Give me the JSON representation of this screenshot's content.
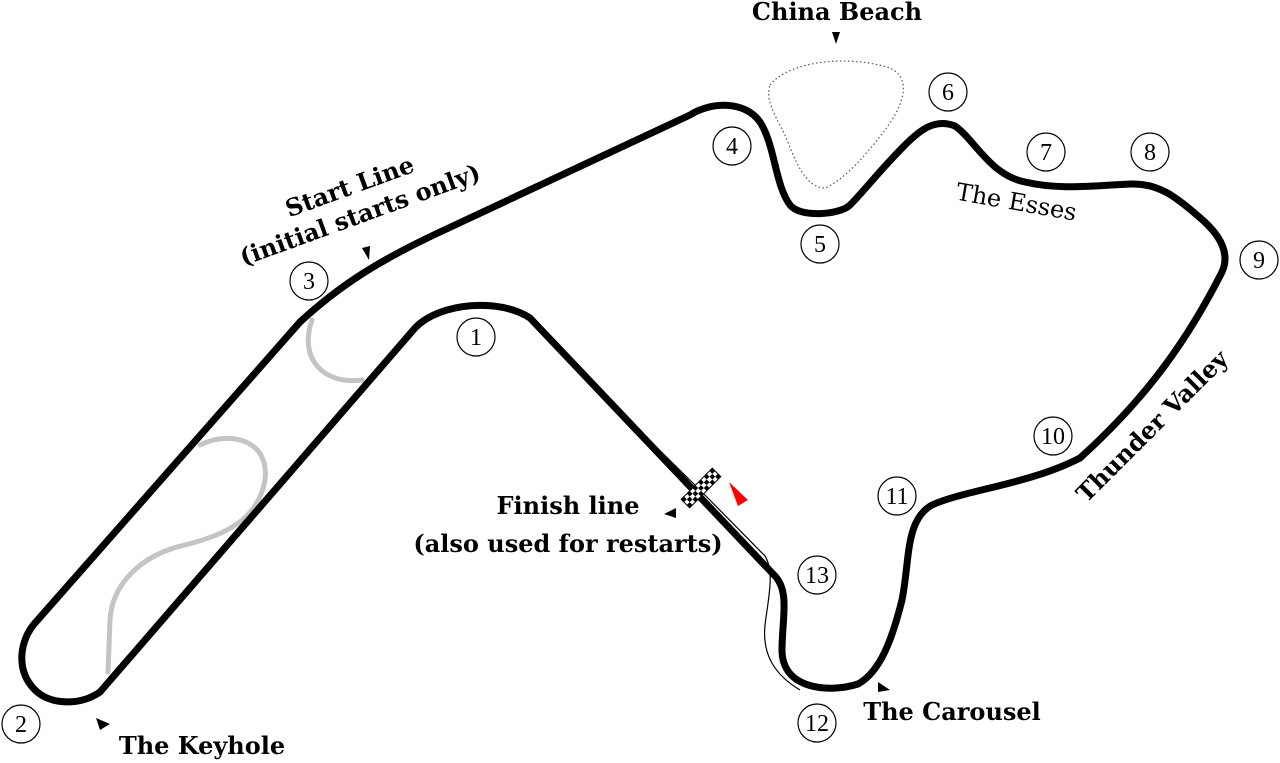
{
  "turns": [
    "1",
    "2",
    "3",
    "4",
    "5",
    "6",
    "7",
    "8",
    "9",
    "10",
    "11",
    "12",
    "13"
  ],
  "labels": {
    "china_beach": "China Beach",
    "start_line_1": "Start Line",
    "start_line_2": "(initial starts only)",
    "the_esses": "The Esses",
    "thunder_valley": "Thunder Valley",
    "finish_line_1": "Finish line",
    "finish_line_2": "(also used for restarts)",
    "the_carousel": "The Carousel",
    "the_keyhole": "The Keyhole"
  },
  "colors": {
    "track": "#000000",
    "alternate_layout": "#c4c4c4",
    "direction_marker": "#ff0000"
  },
  "icons": {
    "finish_flag": "checkered-flag-icon",
    "direction": "direction-arrow-icon"
  }
}
